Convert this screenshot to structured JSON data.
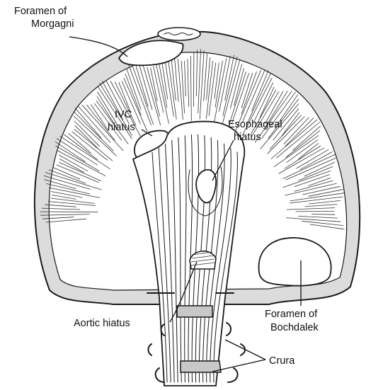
{
  "labels": {
    "morgagni": [
      "Foramen of",
      "Morgagni"
    ],
    "ivc": [
      "IVC",
      "hiatus"
    ],
    "esophageal": [
      "Esophageal",
      "hiatus"
    ],
    "aortic": "Aortic hiatus",
    "bochdalek": [
      "Foramen of",
      "Bochdalek"
    ],
    "crura": "Crura"
  },
  "colors": {
    "membrane": "#dcdcdc",
    "line": "#1a1a1a",
    "background": "#ffffff"
  }
}
